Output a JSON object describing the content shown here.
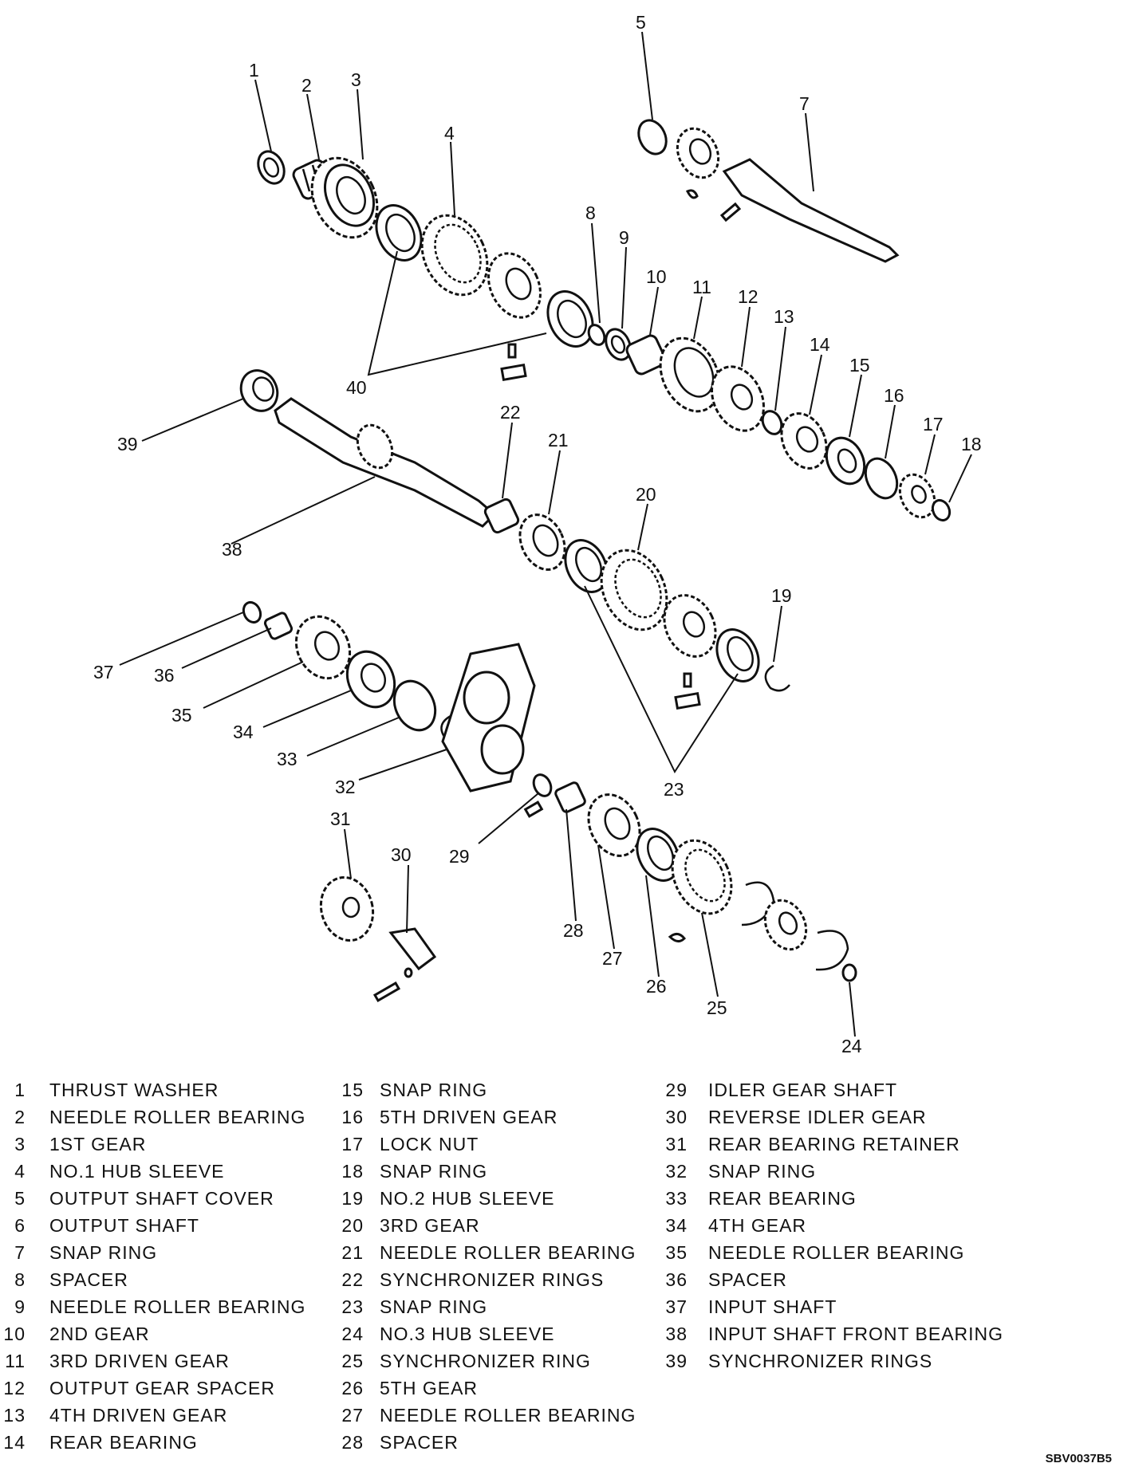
{
  "diagram": {
    "callouts": [
      "1",
      "2",
      "3",
      "4",
      "5",
      "7",
      "8",
      "9",
      "10",
      "11",
      "12",
      "13",
      "14",
      "15",
      "16",
      "17",
      "18",
      "19",
      "20",
      "21",
      "22",
      "23",
      "24",
      "25",
      "26",
      "27",
      "28",
      "29",
      "30",
      "31",
      "32",
      "33",
      "34",
      "35",
      "36",
      "37",
      "38",
      "39",
      "40"
    ]
  },
  "legend": {
    "col1": [
      {
        "num": "1",
        "label": "THRUST WASHER"
      },
      {
        "num": "2",
        "label": "NEEDLE ROLLER BEARING"
      },
      {
        "num": "3",
        "label": "1ST GEAR"
      },
      {
        "num": "4",
        "label": "NO.1 HUB SLEEVE"
      },
      {
        "num": "5",
        "label": "OUTPUT SHAFT COVER"
      },
      {
        "num": "6",
        "label": "OUTPUT SHAFT"
      },
      {
        "num": "7",
        "label": "SNAP RING"
      },
      {
        "num": "8",
        "label": "SPACER"
      },
      {
        "num": "9",
        "label": "NEEDLE ROLLER BEARING"
      },
      {
        "num": "10",
        "label": "2ND GEAR"
      },
      {
        "num": "11",
        "label": "3RD DRIVEN GEAR"
      },
      {
        "num": "12",
        "label": "OUTPUT GEAR SPACER"
      },
      {
        "num": "13",
        "label": "4TH DRIVEN GEAR"
      },
      {
        "num": "14",
        "label": "REAR BEARING"
      }
    ],
    "col2": [
      {
        "num": "15",
        "label": "SNAP RING"
      },
      {
        "num": "16",
        "label": "5TH DRIVEN GEAR"
      },
      {
        "num": "17",
        "label": "LOCK NUT"
      },
      {
        "num": "18",
        "label": "SNAP RING"
      },
      {
        "num": "19",
        "label": "NO.2 HUB SLEEVE"
      },
      {
        "num": "20",
        "label": "3RD GEAR"
      },
      {
        "num": "21",
        "label": "NEEDLE ROLLER BEARING"
      },
      {
        "num": "22",
        "label": "SYNCHRONIZER RINGS"
      },
      {
        "num": "23",
        "label": "SNAP RING"
      },
      {
        "num": "24",
        "label": "NO.3 HUB SLEEVE"
      },
      {
        "num": "25",
        "label": "SYNCHRONIZER RING"
      },
      {
        "num": "26",
        "label": "5TH GEAR"
      },
      {
        "num": "27",
        "label": "NEEDLE ROLLER BEARING"
      },
      {
        "num": "28",
        "label": "SPACER"
      }
    ],
    "col3": [
      {
        "num": "29",
        "label": "IDLER GEAR SHAFT"
      },
      {
        "num": "30",
        "label": "REVERSE IDLER GEAR"
      },
      {
        "num": "31",
        "label": "REAR BEARING RETAINER"
      },
      {
        "num": "32",
        "label": "SNAP RING"
      },
      {
        "num": "33",
        "label": "REAR BEARING"
      },
      {
        "num": "34",
        "label": "4TH GEAR"
      },
      {
        "num": "35",
        "label": "NEEDLE ROLLER BEARING"
      },
      {
        "num": "36",
        "label": "SPACER"
      },
      {
        "num": "37",
        "label": "INPUT SHAFT"
      },
      {
        "num": "38",
        "label": "INPUT SHAFT FRONT BEARING"
      },
      {
        "num": "39",
        "label": "SYNCHRONIZER RINGS"
      }
    ]
  },
  "figure_code": "SBV0037B5"
}
